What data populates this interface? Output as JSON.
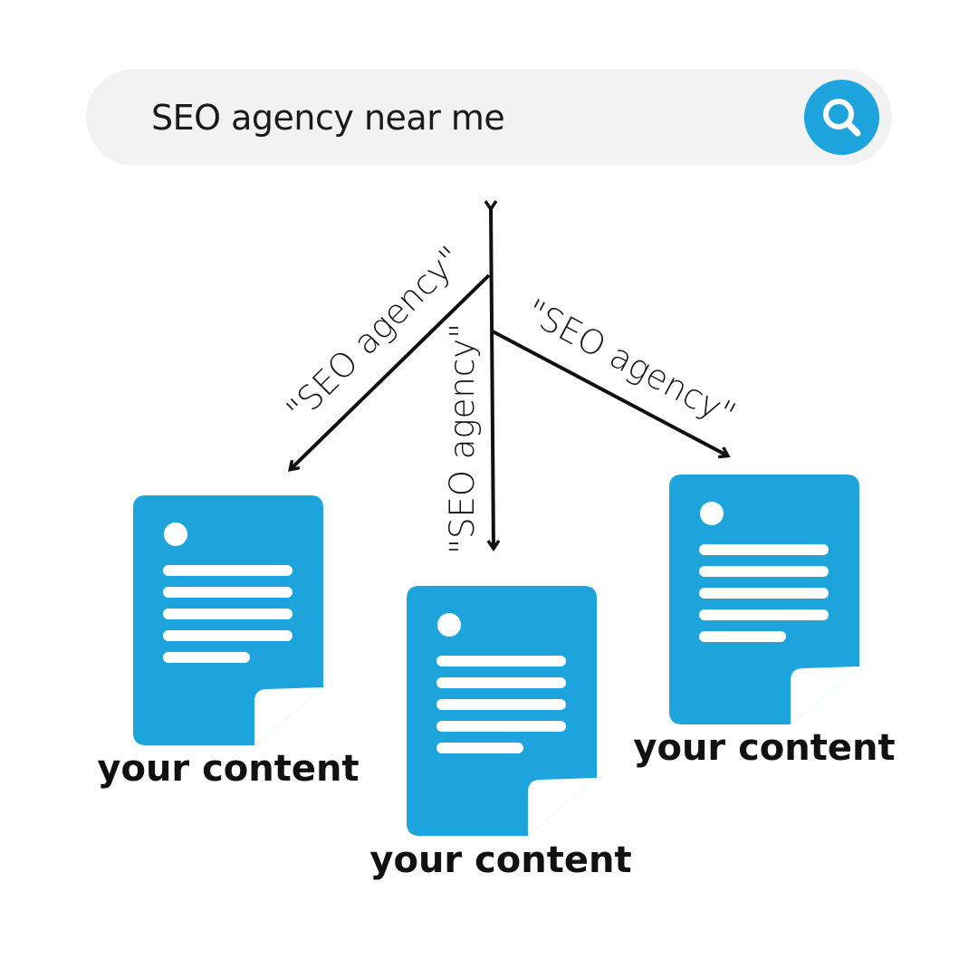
{
  "search": {
    "query": "SEO agency near me"
  },
  "arrows": {
    "left_label": "\"SEO agency\"",
    "center_label": "\"SEO agency\"",
    "right_label": "\"SEO agency\""
  },
  "documents": [
    {
      "label": "your content"
    },
    {
      "label": "your content"
    },
    {
      "label": "your content"
    }
  ],
  "colors": {
    "accent": "#1ea4dc",
    "search_bg": "#f2f2f2",
    "ink": "#111111"
  },
  "icons": {
    "search_button": "magnifier-icon",
    "document": "document-icon"
  }
}
